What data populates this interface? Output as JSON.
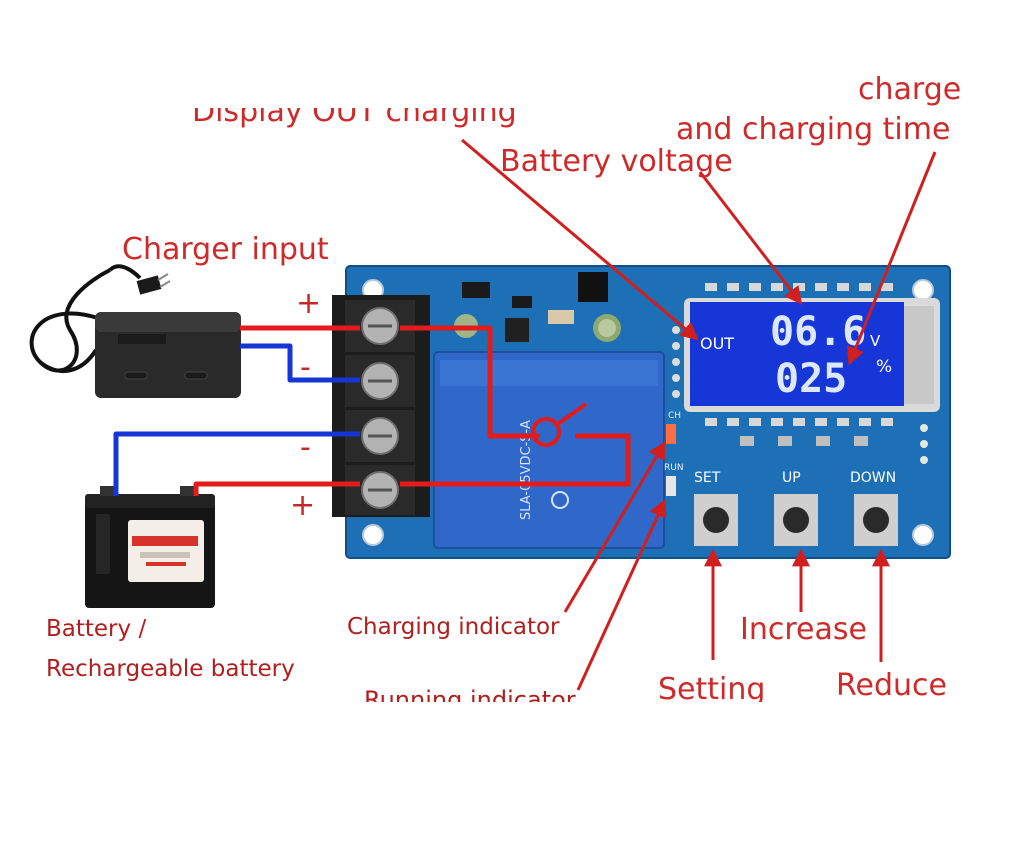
{
  "labels": {
    "display_out": "Display OUT charging",
    "battery_voltage": "Battery voltage",
    "charge_line1": "charge",
    "charge_line2": "and charging time",
    "charger_input": "Charger input",
    "battery_line1": "Battery /",
    "battery_line2": "Rechargeable battery",
    "charging_indicator": "Charging indicator",
    "running_indicator": "Running indicator",
    "increase": "Increase",
    "setting": "Setting",
    "reduce": "Reduce"
  },
  "terminals": {
    "plus_top": "+",
    "minus_1": "-",
    "minus_2": "-",
    "plus_bottom": "+"
  },
  "lcd": {
    "out": "OUT",
    "voltage": "06.6",
    "voltage_unit": "V",
    "percent": "025",
    "percent_unit": "%"
  },
  "buttons": {
    "set": "SET",
    "up": "UP",
    "down": "DOWN"
  },
  "board_marks": {
    "relay_model": "SLA-05VDC-S-A",
    "led_charge": "CH",
    "led_run": "RUN"
  },
  "colors": {
    "pcb": "#1d6fb6",
    "lcd": "#1636d8",
    "relay": "#2f68c8",
    "wire_positive": "#e31b1b",
    "wire_negative": "#1436d6",
    "annotation": "#cf2a2a"
  }
}
